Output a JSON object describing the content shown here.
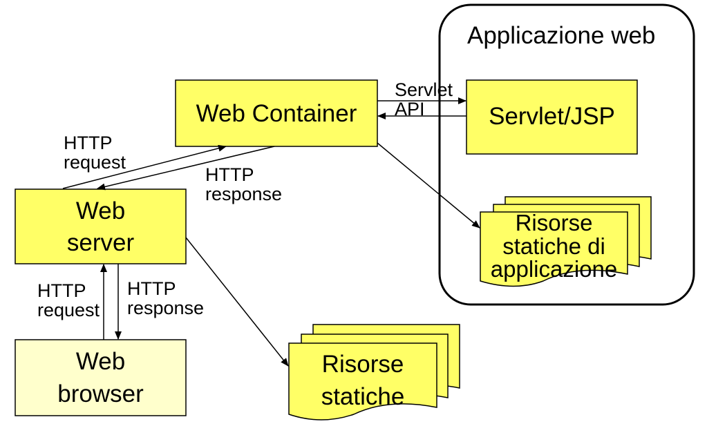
{
  "app_container": {
    "title": "Applicazione web"
  },
  "web_container": {
    "label": "Web Container"
  },
  "servlet_jsp": {
    "label": "Servlet/JSP"
  },
  "servlet_api": {
    "line1": "Servlet",
    "line2": "API"
  },
  "app_static": {
    "line1": "Risorse",
    "line2": "statiche di",
    "line3": "applicazione"
  },
  "web_server": {
    "line1": "Web",
    "line2": "server"
  },
  "web_browser": {
    "line1": "Web",
    "line2": "browser"
  },
  "static": {
    "line1": "Risorse",
    "line2": "statiche"
  },
  "http_upper": {
    "request_line1": "HTTP",
    "request_line2": "request",
    "response_line1": "HTTP",
    "response_line2": "response"
  },
  "http_lower": {
    "request_line1": "HTTP",
    "request_line2": "request",
    "response_line1": "HTTP",
    "response_line2": "response"
  },
  "colors": {
    "box_fill": "#ffff66",
    "browser_fill": "#ffffcc",
    "stroke": "#000000"
  }
}
